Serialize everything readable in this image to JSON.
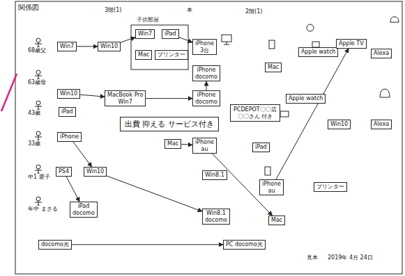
{
  "diagram": {
    "title": "関係図",
    "nodes": [
      {
        "text": [
          "Win7"
        ]
      },
      {
        "text": [
          "Win10"
        ]
      },
      {
        "text": [
          "Win7"
        ]
      },
      {
        "text": [
          "iPad"
        ]
      },
      {
        "text": [
          "Mac"
        ]
      },
      {
        "text": [
          "プリンター"
        ]
      },
      {
        "text": [
          "iPhone",
          "3台"
        ]
      },
      {
        "text": [
          "Apple watch"
        ]
      },
      {
        "text": [
          "Apple TV"
        ]
      },
      {
        "text": [
          "Alexa"
        ]
      },
      {
        "text": [
          "iPhone",
          "docomo"
        ]
      },
      {
        "text": [
          "Mac"
        ]
      },
      {
        "text": [
          "Win10"
        ]
      },
      {
        "text": [
          "iPad"
        ]
      },
      {
        "text": [
          "MacBook Pro",
          "Win7"
        ]
      },
      {
        "text": [
          "iPhone",
          "docomo"
        ]
      },
      {
        "text": [
          "出費 抑える サービス付き"
        ]
      },
      {
        "text": [
          "PCDEPOT〇〇店",
          "〇〇さん 付き"
        ]
      },
      {
        "text": [
          "Mac"
        ]
      },
      {
        "text": [
          "iPhone",
          "au"
        ]
      },
      {
        "text": [
          "Apple watch"
        ]
      },
      {
        "text": [
          "Win10"
        ]
      },
      {
        "text": [
          "Alexa"
        ]
      },
      {
        "text": [
          "iPad"
        ]
      },
      {
        "text": [
          "iPhone"
        ]
      },
      {
        "text": [
          "PS4"
        ]
      },
      {
        "text": [
          "Win10"
        ]
      },
      {
        "text": [
          "Win8.1"
        ]
      },
      {
        "text": [
          "iPhone",
          "au"
        ]
      },
      {
        "text": [
          "プリンター"
        ]
      },
      {
        "text": [
          "iPad",
          "docomo"
        ]
      },
      {
        "text": [
          "Win8.1",
          "docomo"
        ]
      },
      {
        "text": [
          "Mac"
        ]
      },
      {
        "text": [
          "docomo光"
        ]
      },
      {
        "text": [
          "PC docomo光"
        ]
      }
    ],
    "edges": [
      {
        "from": 0,
        "to": 1,
        "arrow": "to"
      },
      {
        "from": 1,
        "to": 2,
        "arrow": "to"
      },
      {
        "from": 3,
        "to": 6,
        "arrow": "to"
      },
      {
        "from": 15,
        "to": 10,
        "arrow": "to"
      },
      {
        "from": 12,
        "to": 14,
        "arrow": "to"
      },
      {
        "from": 14,
        "to": 15,
        "arrow": "to"
      },
      {
        "from": 18,
        "to": 19,
        "arrow": "to"
      },
      {
        "from": 19,
        "to": 32,
        "arrow": "to"
      },
      {
        "from": 28,
        "to": 8,
        "arrow": "to"
      },
      {
        "from": 24,
        "to": 26,
        "arrow": "to"
      },
      {
        "from": 26,
        "to": 31,
        "arrow": "to"
      },
      {
        "from": 25,
        "to": 30,
        "arrow": "to"
      },
      {
        "from": 33,
        "to": 34,
        "arrow": "to"
      }
    ],
    "labels": [
      "3階(1)",
      "子供部屋",
      "本",
      "2階(1)",
      "68歳父",
      "63歳母",
      "43歳",
      "33歳",
      "中1 愛子",
      "年中 まさる",
      "見本",
      "2019年 4月 24日"
    ]
  }
}
